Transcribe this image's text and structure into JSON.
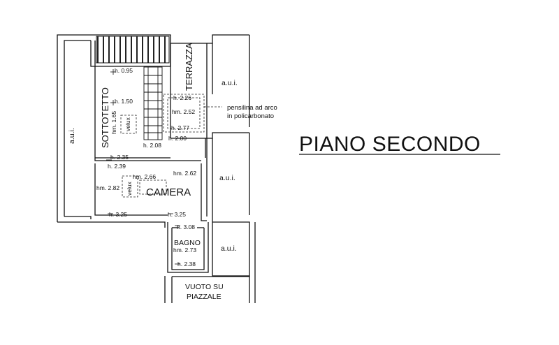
{
  "title": "PIANO SECONDO",
  "rooms": {
    "sottotetto": "SOTTOTETTO",
    "terrazza": "TERRAZZA",
    "camera": "CAMERA",
    "bagno": "BAGNO",
    "vuoto_line1": "VUOTO SU",
    "vuoto_line2": "PIAZZALE"
  },
  "aui": [
    "a.u.i.",
    "a.u.i.",
    "a.u.i.",
    "a.u.i."
  ],
  "velux": [
    "velux",
    "velux"
  ],
  "pensilina": {
    "line1": "pensilina ad arco",
    "line2": "in policarbonato"
  },
  "heights": {
    "h095": "h. 0.95",
    "h150": "h. 1.50",
    "hm165": "hm. 1.65",
    "h208": "h. 2.08",
    "h226": "h. 2.26",
    "hm252": "hm. 2.52",
    "h277": "h. 2.77",
    "h200": "h. 2.00",
    "h235": "h. 2.35",
    "h239": "h. 2.39",
    "hm266": "hm. 2.66",
    "hm262": "hm. 2.62",
    "hm282": "hm. 2.82",
    "h325a": "h. 3.25",
    "h325b": "h. 3.25",
    "h308": "h. 3.08",
    "hm273": "hm. 2.73",
    "h238": "h. 2.38"
  }
}
